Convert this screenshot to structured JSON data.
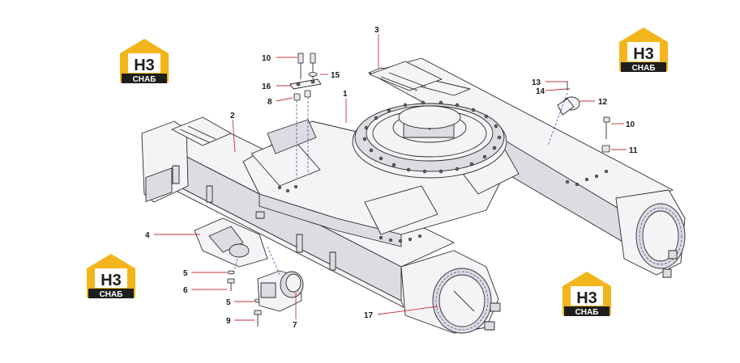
{
  "callouts": [
    {
      "id": "1",
      "text": "1"
    },
    {
      "id": "2",
      "text": "2"
    },
    {
      "id": "3",
      "text": "3"
    },
    {
      "id": "4",
      "text": "4"
    },
    {
      "id": "5a",
      "text": "5"
    },
    {
      "id": "5b",
      "text": "5"
    },
    {
      "id": "6",
      "text": "6"
    },
    {
      "id": "7",
      "text": "7"
    },
    {
      "id": "8",
      "text": "8"
    },
    {
      "id": "9",
      "text": "9"
    },
    {
      "id": "10a",
      "text": "10"
    },
    {
      "id": "10b",
      "text": "10"
    },
    {
      "id": "11",
      "text": "11"
    },
    {
      "id": "12",
      "text": "12"
    },
    {
      "id": "13",
      "text": "13"
    },
    {
      "id": "14",
      "text": "14"
    },
    {
      "id": "15",
      "text": "15"
    },
    {
      "id": "16",
      "text": "16"
    },
    {
      "id": "17",
      "text": "17"
    }
  ],
  "watermark": {
    "mark": "H3",
    "word": "СНАБ",
    "colors": {
      "yellow": "#f2b51c",
      "dark": "#1e1e1e",
      "white": "#ffffff"
    }
  },
  "colors": {
    "leader": "#c8323c",
    "line": "#2b2b2b"
  }
}
